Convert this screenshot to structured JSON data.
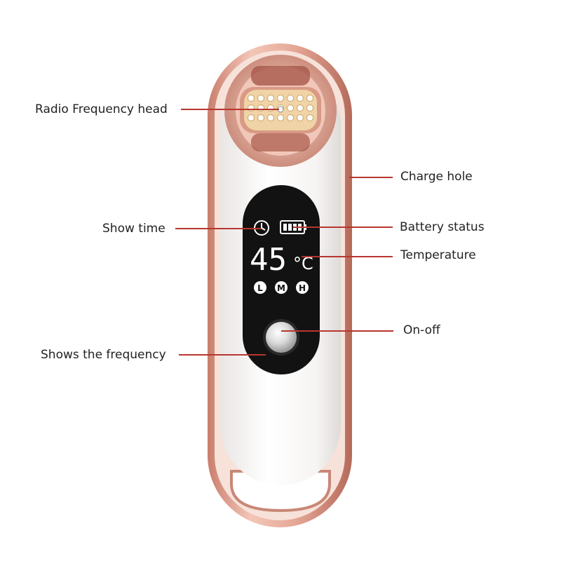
{
  "colors": {
    "leader_line": "#b8362f",
    "rose_gold": "#e3a495",
    "rose_gold_dark": "#b8695a",
    "display_bg": "#111111",
    "display_text": "#ffffff",
    "led_gold": "#e8c98a"
  },
  "callouts": {
    "rf_head": "Radio Frequency head",
    "charge_hole": "Charge hole",
    "show_time": "Show time",
    "battery_status": "Battery status",
    "temperature": "Temperature",
    "on_off": "On-off",
    "frequency": "Shows the frequency"
  },
  "display": {
    "temperature_value": "45",
    "temperature_unit": "°C",
    "modes": [
      "L",
      "M",
      "H"
    ]
  },
  "icons": {
    "clock": "clock-icon",
    "battery": "battery-icon",
    "power_button": "power-button-icon"
  }
}
